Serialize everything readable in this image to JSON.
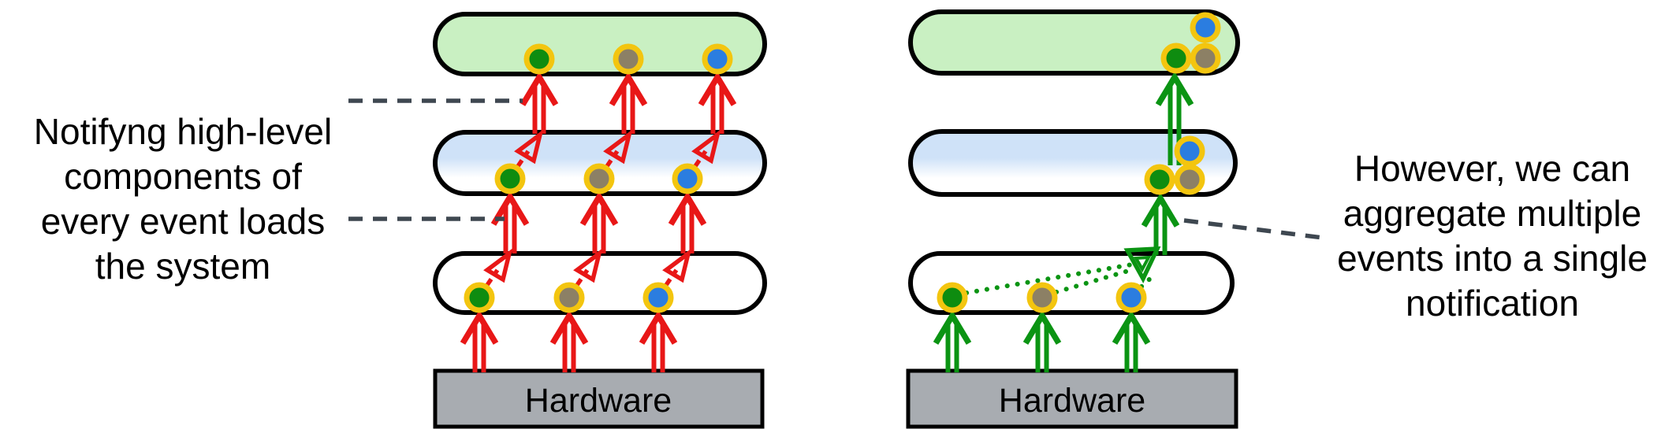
{
  "left_panel": {
    "note_lines": [
      "Notifyng high-level",
      "components of",
      "every event loads",
      "the system"
    ],
    "hardware_label": "Hardware"
  },
  "right_panel": {
    "note_lines": [
      "However, we can",
      "aggregate multiple",
      "events into a single",
      "notification"
    ],
    "hardware_label": "Hardware"
  },
  "colors": {
    "notify_red_arrow": "#e81717",
    "aggregate_green_arrow": "#0b9413",
    "event_dot_green": "#0e8c10",
    "event_dot_gray": "#8c8065",
    "event_dot_blue": "#2b7de0",
    "event_dot_ring_gold": "#f3c50f",
    "layer_top_fill_green": "#c9f0c2",
    "layer_middle_fill_blue": "#cfe2f8",
    "layer_bottom_fill": "#ffffff",
    "hardware_fill_gray": "#a8acb1",
    "annotation_dash": "#3e4750",
    "outline_black": "#000000"
  }
}
